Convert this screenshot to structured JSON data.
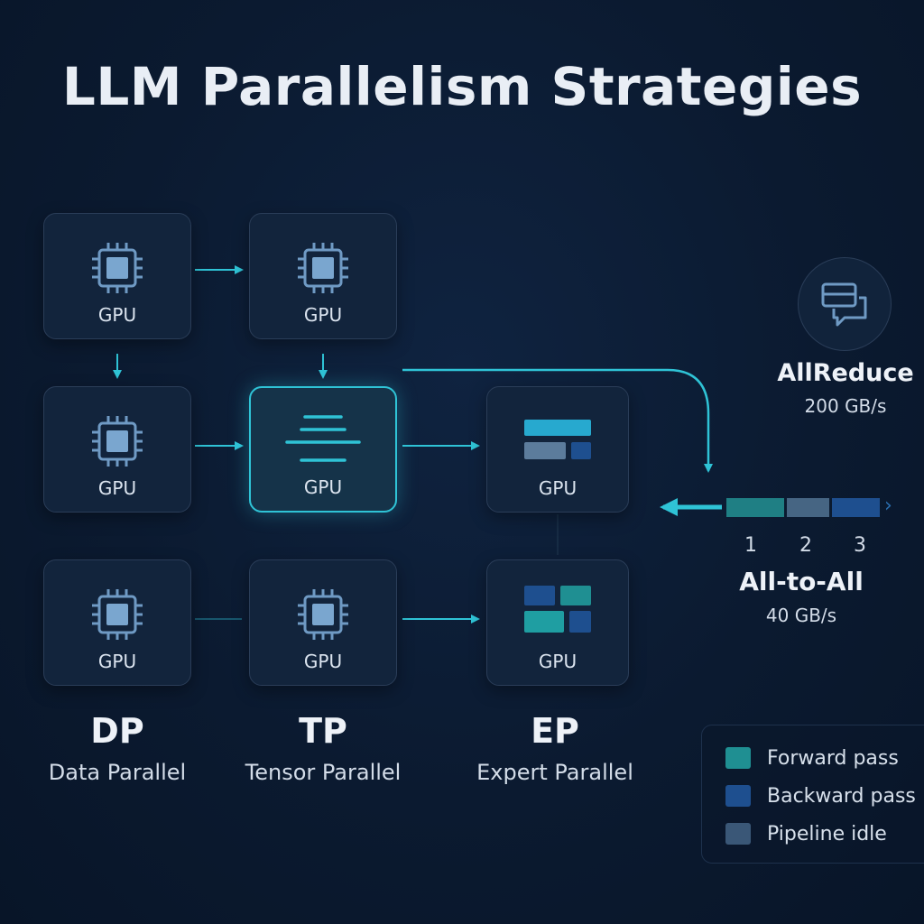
{
  "title": "LLM Parallelism Strategies",
  "gpu_label": "GPU",
  "columns": [
    {
      "abbr": "DP",
      "name": "Data Parallel"
    },
    {
      "abbr": "TP",
      "name": "Tensor Parallel"
    },
    {
      "abbr": "EP",
      "name": "Expert Parallel"
    }
  ],
  "allreduce": {
    "label": "AllReduce",
    "bandwidth": "200 GB/s",
    "icon": "chat-bubbles-icon"
  },
  "pipeline": {
    "stages": [
      "1",
      "2",
      "3"
    ]
  },
  "alltoall": {
    "label": "All-to-All",
    "bandwidth": "40 GB/s"
  },
  "legend": [
    {
      "label": "Forward pass",
      "color": "#1f8f92"
    },
    {
      "label": "Backward pass",
      "color": "#1e4f8f"
    },
    {
      "label": "Pipeline idle",
      "color": "#3a5777"
    }
  ],
  "colors": {
    "accent": "#2fc3d6",
    "background": "#0b1a30"
  }
}
